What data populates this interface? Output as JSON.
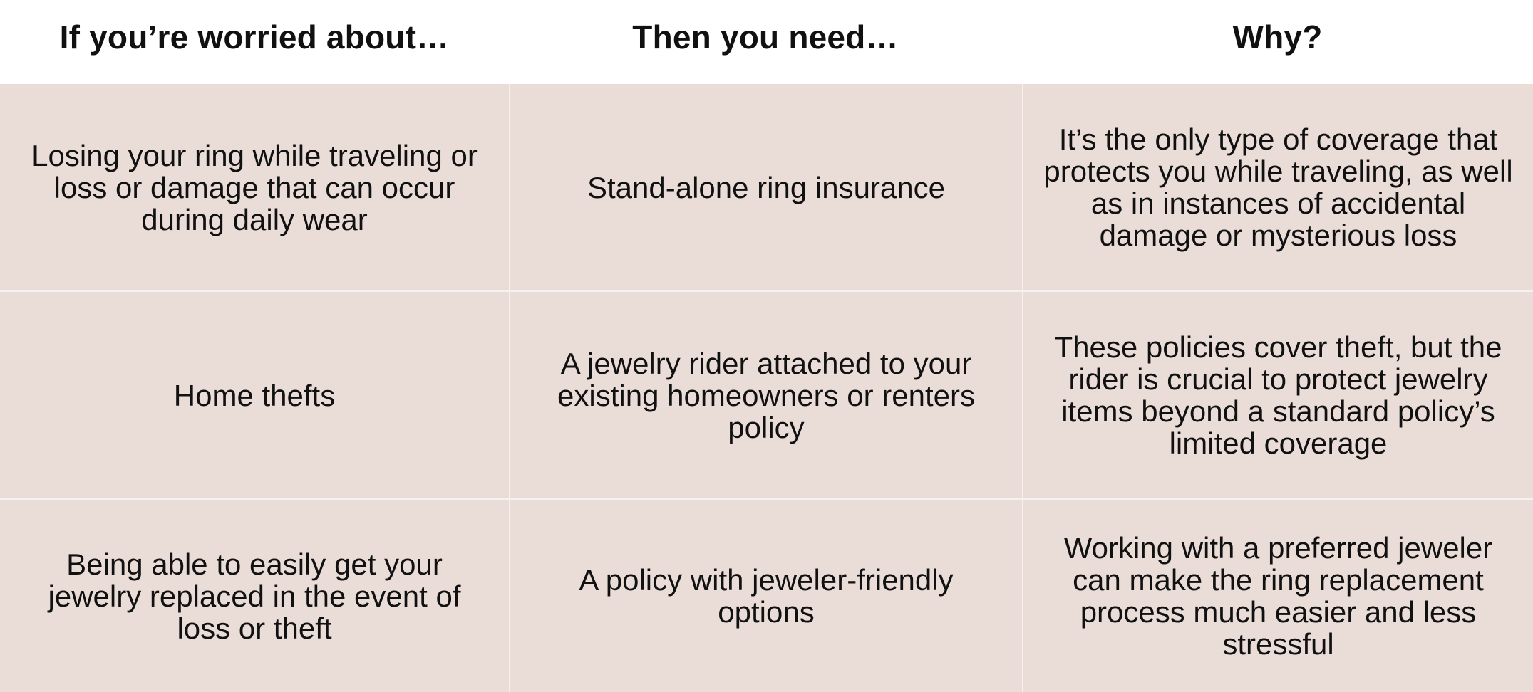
{
  "headers": {
    "col1": "If you’re worried about…",
    "col2": "Then you need…",
    "col3": "Why?"
  },
  "rows": [
    {
      "concern": "Losing your ring while traveling or loss or damage that can occur during daily wear",
      "need": "Stand-alone ring insurance",
      "why": "It’s the only type of coverage that protects you while traveling, as well as in instances of accidental damage or mysterious loss"
    },
    {
      "concern": "Home thefts",
      "need": "A jewelry rider attached to your existing homeowners or renters policy",
      "why": "These policies cover theft, but the rider is crucial to protect jewelry items beyond a standard policy’s limited coverage"
    },
    {
      "concern": "Being able to easily get your jewelry replaced in the event of loss or theft",
      "need": "A policy with jeweler-friendly options",
      "why": "Working with a preferred jeweler can make the ring replacement process much easier and less stressful"
    }
  ]
}
